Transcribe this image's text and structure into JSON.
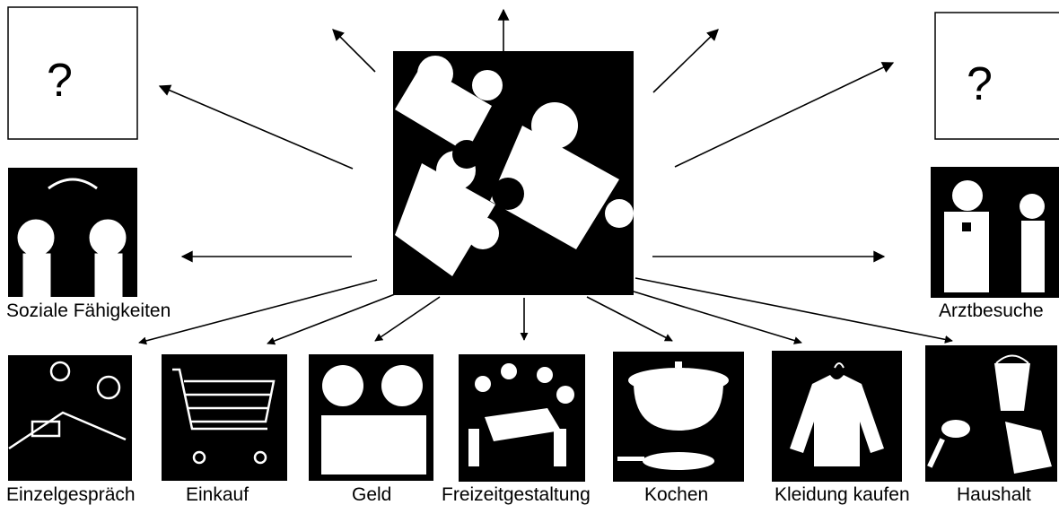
{
  "center": {
    "icon": "puzzle-icon"
  },
  "placeholders": [
    {
      "text": "?",
      "icon": "question-placeholder"
    },
    {
      "text": "?",
      "icon": "question-placeholder"
    }
  ],
  "topics": [
    {
      "key": "soziale",
      "label": "Soziale Fähigkeiten",
      "icon": "conversation-icon"
    },
    {
      "key": "arzt",
      "label": "Arztbesuche",
      "icon": "doctor-icon"
    },
    {
      "key": "einzel",
      "label": "Einzelgespräch",
      "icon": "meeting-icon"
    },
    {
      "key": "einkauf",
      "label": "Einkauf",
      "icon": "shopping-cart-icon"
    },
    {
      "key": "geld",
      "label": "Geld",
      "icon": "money-icon"
    },
    {
      "key": "freizeit",
      "label": "Freizeitgestaltung",
      "icon": "board-game-icon"
    },
    {
      "key": "kochen",
      "label": "Kochen",
      "icon": "cooking-pot-icon"
    },
    {
      "key": "kleidung",
      "label": "Kleidung kaufen",
      "icon": "sweater-icon"
    },
    {
      "key": "haushalt",
      "label": "Haushalt",
      "icon": "bucket-cleaning-icon"
    }
  ],
  "colors": {
    "tile": "#000000",
    "figure": "#ffffff",
    "arrow": "#000000"
  }
}
